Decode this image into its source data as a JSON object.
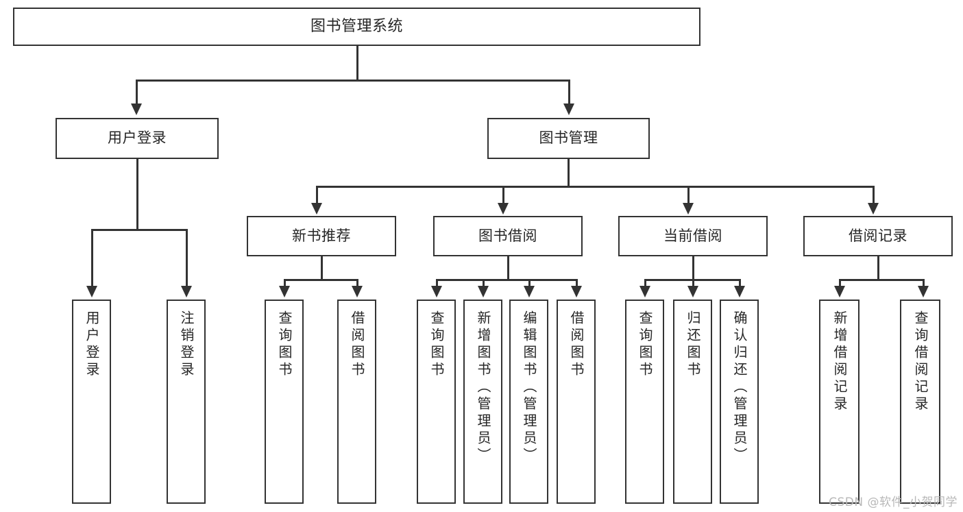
{
  "diagram": {
    "type": "hierarchy-tree",
    "title_node": "图书管理系统",
    "watermark": "CSDN @软件_小贺同学",
    "colors": {
      "stroke": "#333333",
      "background": "#ffffff",
      "text": "#262626",
      "watermark": "#b8b8b8"
    },
    "nodes": {
      "root": {
        "label": "图书管理系统"
      },
      "level1": [
        {
          "label": "用户登录"
        },
        {
          "label": "图书管理"
        }
      ],
      "level2": [
        {
          "label": "新书推荐"
        },
        {
          "label": "图书借阅"
        },
        {
          "label": "当前借阅"
        },
        {
          "label": "借阅记录"
        }
      ],
      "leaves": {
        "user_login": [
          {
            "label": "用户登录"
          },
          {
            "label": "注销登录"
          }
        ],
        "new_book_recommend": [
          {
            "label": "查询图书"
          },
          {
            "label": "借阅图书"
          }
        ],
        "book_borrow": [
          {
            "label": "查询图书"
          },
          {
            "label": "新增图书（管理员）"
          },
          {
            "label": "编辑图书（管理员）"
          },
          {
            "label": "借阅图书"
          }
        ],
        "current_borrow": [
          {
            "label": "查询图书"
          },
          {
            "label": "归还图书"
          },
          {
            "label": "确认归还（管理员）"
          }
        ],
        "borrow_record": [
          {
            "label": "新增借阅记录"
          },
          {
            "label": "查询借阅记录"
          }
        ]
      }
    }
  }
}
